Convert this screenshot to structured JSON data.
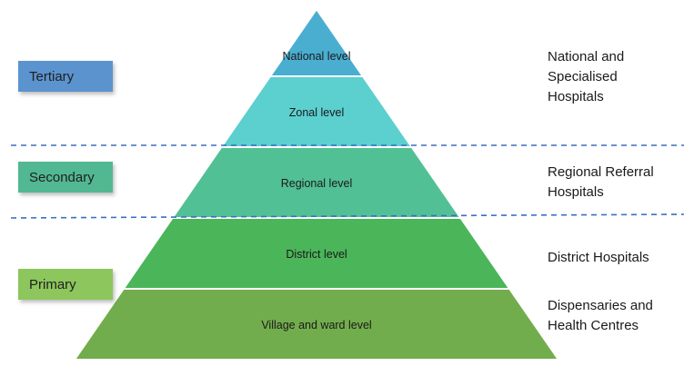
{
  "levels": [
    {
      "label": "National level",
      "color": "#4aaed1"
    },
    {
      "label": "Zonal level",
      "color": "#5ccfcf"
    },
    {
      "label": "Regional level",
      "color": "#52c095"
    },
    {
      "label": "District level",
      "color": "#4bb55a"
    },
    {
      "label": "Village and ward level",
      "color": "#72ad4d"
    }
  ],
  "tiers": {
    "tertiary": "Tertiary",
    "secondary": "Secondary",
    "primary": "Primary"
  },
  "descriptions": {
    "national": [
      "National and",
      "Specialised",
      "Hospitals"
    ],
    "regional": [
      "Regional Referral",
      "Hospitals"
    ],
    "district": [
      "District Hospitals"
    ],
    "village": [
      "Dispensaries and",
      "Health Centres"
    ]
  },
  "divider_color": "#3a6fc4"
}
